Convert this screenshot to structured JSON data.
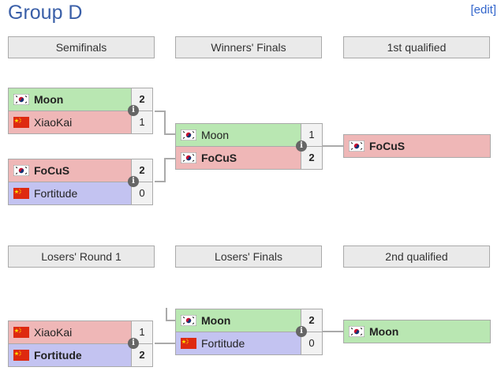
{
  "title": "Group D",
  "edit_label": "[edit]",
  "stages": {
    "semifinals": "Semifinals",
    "winners_finals": "Winners' Finals",
    "first_qualified": "1st qualified",
    "losers_round1": "Losers' Round 1",
    "losers_finals": "Losers' Finals",
    "second_qualified": "2nd qualified"
  },
  "matches": {
    "semi1": {
      "p1": {
        "name": "Moon",
        "score": "2"
      },
      "p2": {
        "name": "XiaoKai",
        "score": "1"
      }
    },
    "semi2": {
      "p1": {
        "name": "FoCuS",
        "score": "2"
      },
      "p2": {
        "name": "Fortitude",
        "score": "0"
      }
    },
    "wfinal": {
      "p1": {
        "name": "Moon",
        "score": "1"
      },
      "p2": {
        "name": "FoCuS",
        "score": "2"
      }
    },
    "lr1": {
      "p1": {
        "name": "XiaoKai",
        "score": "1"
      },
      "p2": {
        "name": "Fortitude",
        "score": "2"
      }
    },
    "lfinal": {
      "p1": {
        "name": "Moon",
        "score": "2"
      },
      "p2": {
        "name": "Fortitude",
        "score": "0"
      }
    }
  },
  "qualified": {
    "first": "FoCuS",
    "second": "Moon"
  },
  "info_glyph": "i",
  "colors": {
    "winner_row": "#b9e7b2",
    "loser_row": "#efb7b7",
    "neutral_row": "#c3c3f1",
    "title": "#3a5fa8"
  }
}
